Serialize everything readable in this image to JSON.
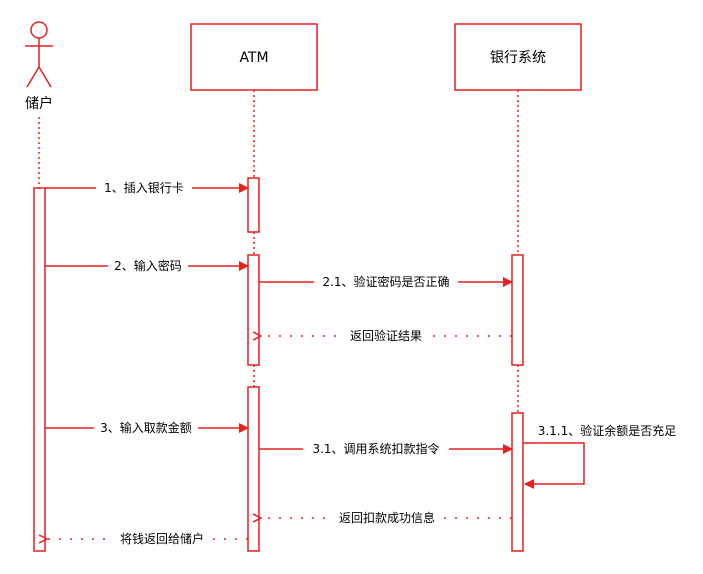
{
  "participants": {
    "actor": "储户",
    "atm": "ATM",
    "bank": "银行系统"
  },
  "messages": {
    "m1": "1、插入银行卡",
    "m2": "2、输入密码",
    "m21": "2.1、验证密码是否正确",
    "r21": "返回验证结果",
    "m3": "3、输入取款金额",
    "m31": "3.1、调用系统扣款指令",
    "m311": "3.1.1、验证余额是否充足",
    "r31": "返回扣款成功信息",
    "r3": "将钱返回给储户"
  },
  "colors": {
    "line": "#e52121",
    "text": "#000000"
  }
}
